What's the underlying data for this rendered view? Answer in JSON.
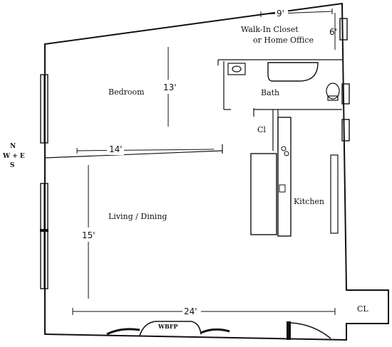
{
  "compass": {
    "north": "N",
    "west_east": "W + E",
    "south": "S"
  },
  "rooms": {
    "walk_in_closet": "Walk-In Closet",
    "home_office": "or Home Office",
    "bedroom": "Bedroom",
    "bath": "Bath",
    "closet": "Cl",
    "kitchen": "Kitchen",
    "living_dining": "Living / Dining",
    "corner_closet": "CL",
    "fireplace": "WBFP"
  },
  "dimensions": {
    "closet_width": "9'",
    "closet_depth": "6'",
    "bedroom_depth": "13'",
    "bedroom_width": "14'",
    "living_depth": "15'",
    "overall_width": "24'"
  }
}
